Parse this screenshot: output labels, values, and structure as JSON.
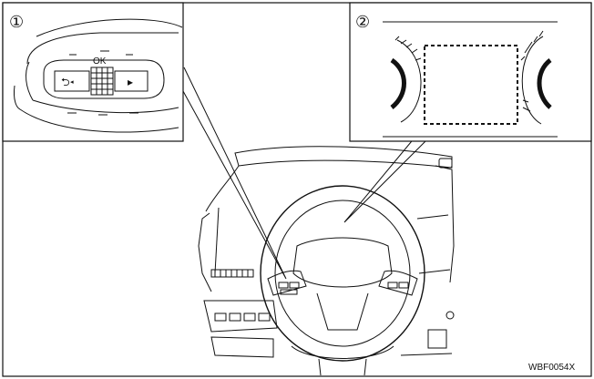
{
  "callouts": [
    {
      "id": "callout-1",
      "number": "①"
    },
    {
      "id": "callout-2",
      "number": "②"
    }
  ],
  "switch_labels": {
    "ok": "OK",
    "back": "⮌◂",
    "forward": "▸"
  },
  "figure_code": "WBF0054X",
  "colors": {
    "line": "#111111",
    "fill": "#ffffff",
    "panel_fill": "#f4f4f4"
  }
}
